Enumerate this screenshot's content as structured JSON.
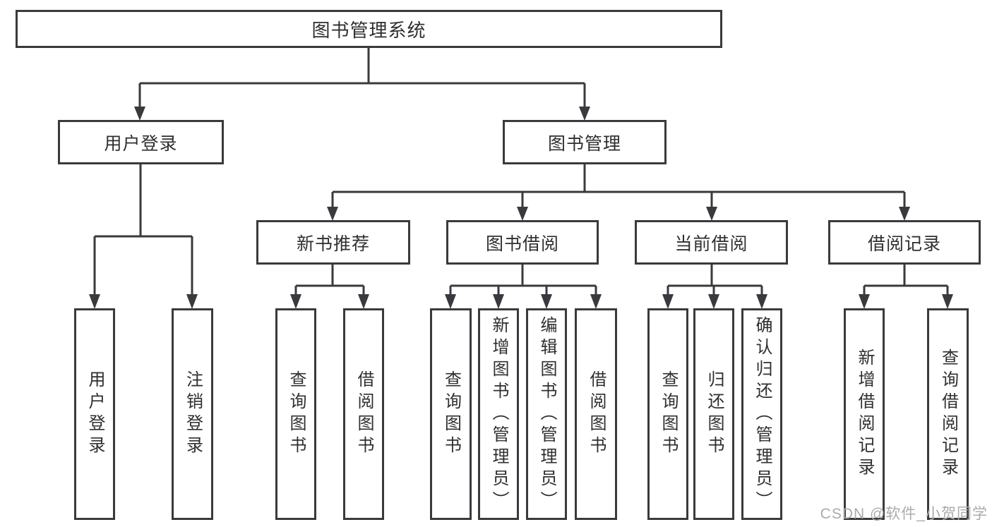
{
  "nodes": {
    "root": "图书管理系统",
    "level2": [
      "用户登录",
      "图书管理"
    ],
    "level3": [
      "新书推荐",
      "图书借阅",
      "当前借阅",
      "借阅记录"
    ],
    "leaves": [
      "用户登录",
      "注销登录",
      "查询图书",
      "借阅图书",
      "查询图书",
      "新增图书（管理员）",
      "编辑图书（管理员）",
      "借阅图书",
      "查询图书",
      "归还图书",
      "确认归还（管理员）",
      "新增借阅记录",
      "查询借阅记录"
    ]
  },
  "watermark": "CSDN @软件_小贺同学",
  "colors": {
    "line": "#3a3a3e",
    "text": "#2f2f2f",
    "watermark": "#ababab",
    "background": "#ffffff"
  }
}
